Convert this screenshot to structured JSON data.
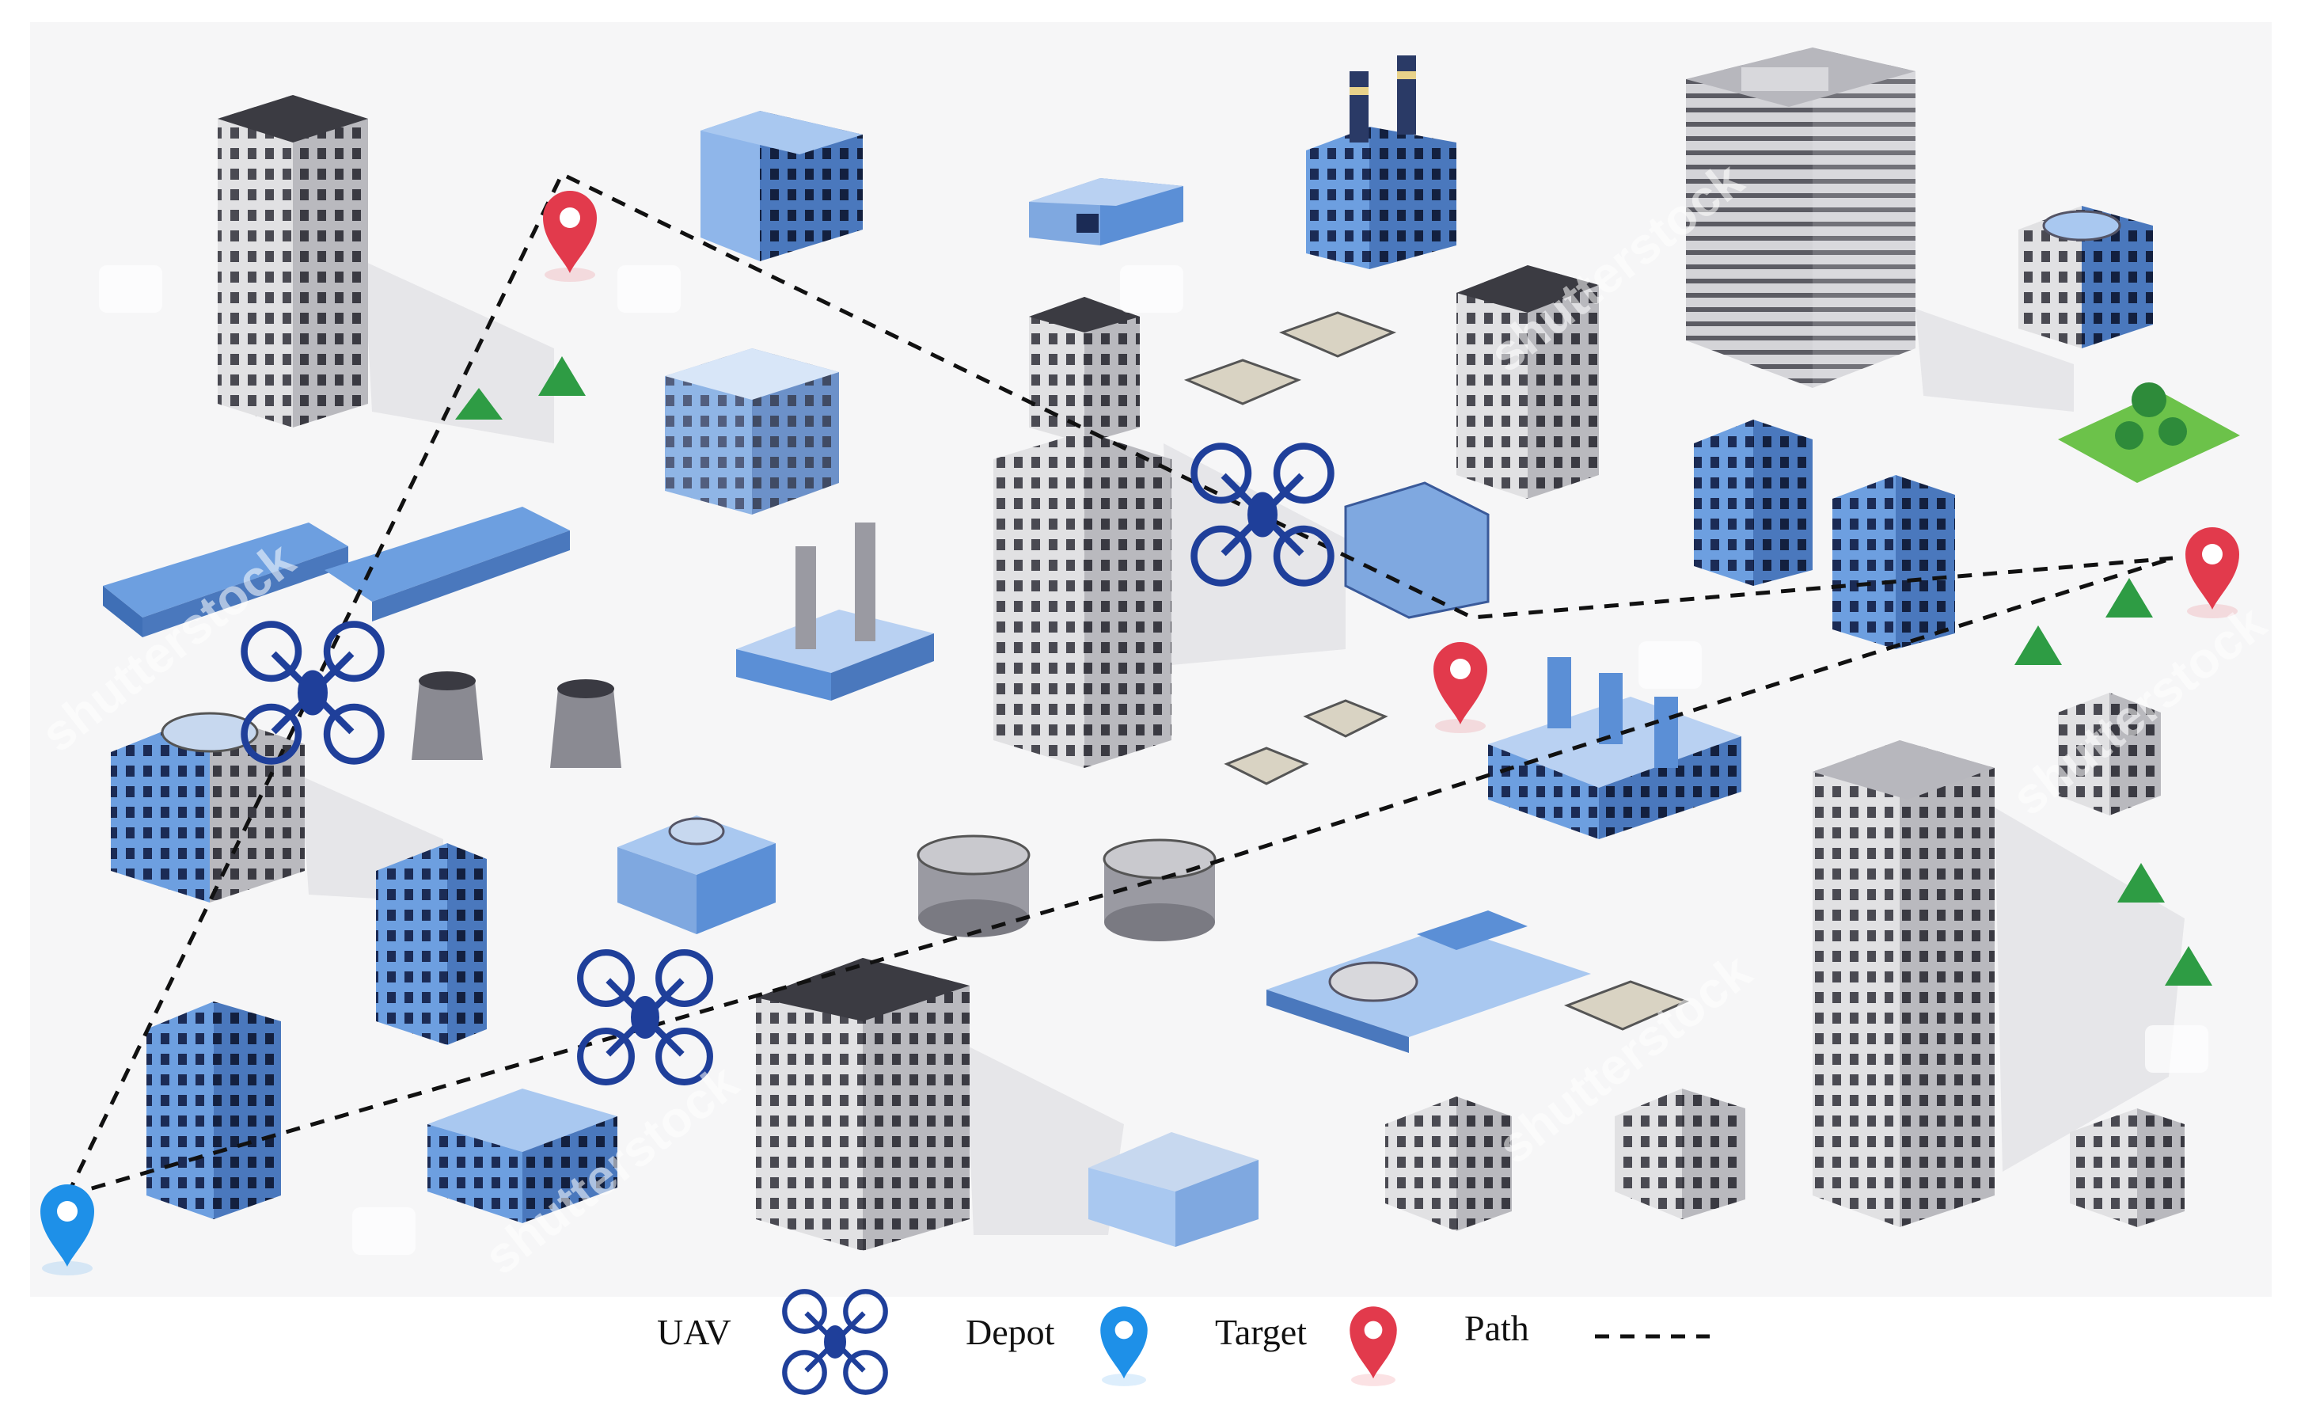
{
  "legend": {
    "uav_label": "UAV",
    "depot_label": "Depot",
    "target_label": "Target",
    "path_label": "Path"
  },
  "watermarks": [
    "shutterstock",
    "shutterstock",
    "shutterstock",
    "shutterstock",
    "shutterstock"
  ],
  "colors": {
    "ground": "#f6f6f7",
    "uav": "#1f3f9a",
    "depot_pin": "#1e90e8",
    "target_pin": "#e23a4c",
    "path": "#111111",
    "blue_building": "#5b8fd6",
    "grey_building": "#d9d9db"
  },
  "icons": {
    "uav": "quadcopter-icon",
    "depot": "location-pin-icon",
    "target": "location-pin-icon"
  }
}
